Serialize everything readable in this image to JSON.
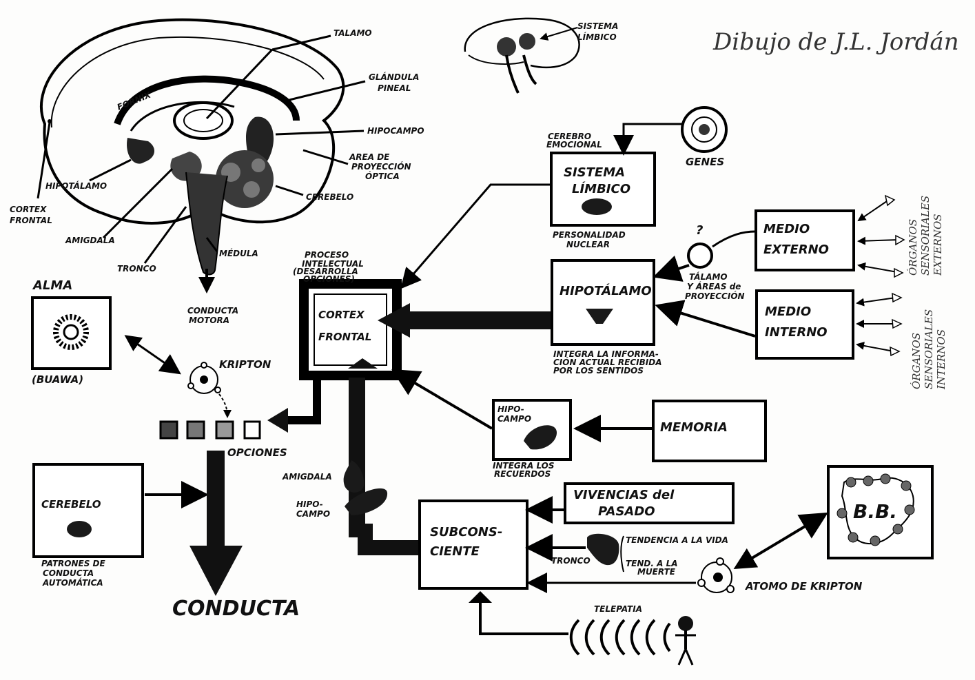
{
  "signature": "Dibujo de J.L. Jordán",
  "brain": {
    "talamo": "TALAMO",
    "glandula_pineal_1": "GLÁNDULA",
    "glandula_pineal_2": "PINEAL",
    "fornix": "FORNIX",
    "hipocampo": "HIPOCAMPO",
    "area_1": "AREA DE",
    "area_2": "PROYECCIÓN",
    "area_3": "ÓPTICA",
    "cerebelo": "CEREBELO",
    "hipotalamo": "HIPOTÁLAMO",
    "cortex_1": "CORTEX",
    "cortex_2": "FRONTAL",
    "amigdala": "AMIGDALA",
    "tronco": "TRONCO",
    "medula": "MÉDULA",
    "conducta_motora_1": "CONDUCTA",
    "conducta_motora_2": "MOTORA"
  },
  "limbic_sketch": {
    "line1": "SISTEMA",
    "line2": "LÍMBICO"
  },
  "alma": {
    "title": "ALMA",
    "subtitle": "(BUAWA)"
  },
  "kripton": "KRIPTON",
  "opciones": "OPCIONES",
  "cerebelo_box": {
    "title": "CEREBELO",
    "caption_1": "PATRONES DE",
    "caption_2": "CONDUCTA",
    "caption_3": "AUTOMÁTICA"
  },
  "conducta": "CONDUCTA",
  "cortex_box": {
    "line1": "CORTEX",
    "line2": "FRONTAL",
    "caption_1": "PROCESO",
    "caption_2": "INTELECTUAL",
    "caption_3": "(DESARROLLA",
    "caption_4": "OPCIONES)"
  },
  "limbico_box": {
    "line1": "SISTEMA",
    "line2": "LÍMBICO",
    "top_1": "CEREBRO",
    "top_2": "EMOCIONAL",
    "caption_1": "PERSONALIDAD",
    "caption_2": "NUCLEAR"
  },
  "genes": "GENES",
  "hipotalamo_box": {
    "title": "HIPOTÁLAMO",
    "caption_1": "INTEGRA LA INFORMA-",
    "caption_2": "CIÓN ACTUAL RECIBIDA",
    "caption_3": "POR LOS SENTIDOS"
  },
  "talamo_areas": {
    "q": "?",
    "line1": "TÁLAMO",
    "line2": "Y ÁREAS de",
    "line3": "PROYECCIÓN"
  },
  "medio_externo": {
    "line1": "MEDIO",
    "line2": "EXTERNO"
  },
  "medio_interno": {
    "line1": "MEDIO",
    "line2": "INTERNO"
  },
  "organos_externos": {
    "line1": "ÓRGANOS",
    "line2": "SENSORIALES",
    "line3": "EXTERNOS"
  },
  "organos_internos": {
    "line1": "ÓRGANOS",
    "line2": "SENSORIALES",
    "line3": "INTERNOS"
  },
  "hipocampo_box": {
    "line1": "HIPO-",
    "line2": "CAMPO",
    "caption_1": "INTEGRA LOS",
    "caption_2": "RECUERDOS"
  },
  "memoria": "MEMORIA",
  "amigdala_hipo": {
    "amigdala": "AMIGDALA",
    "hipo_1": "HIPO-",
    "hipo_2": "CAMPO"
  },
  "vivencias": {
    "line1": "VIVENCIAS del",
    "line2": "PASADO"
  },
  "subconsciente": {
    "line1": "SUBCONS-",
    "line2": "CIENTE"
  },
  "tronco": "TRONCO",
  "tendencias": {
    "vida": "TENDENCIA A LA VIDA",
    "muerte_1": "TEND. A LA",
    "muerte_2": "MUERTE"
  },
  "bb": "B.B.",
  "atomo_kripton": "ATOMO DE KRIPTON",
  "telepatia": "TELEPATIA"
}
